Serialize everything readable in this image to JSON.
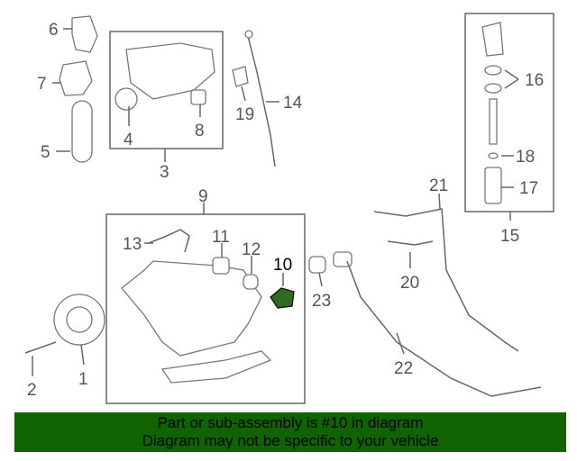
{
  "diagram": {
    "callouts": {
      "c1": "1",
      "c2": "2",
      "c3": "3",
      "c4": "4",
      "c5": "5",
      "c6": "6",
      "c7": "7",
      "c8": "8",
      "c9": "9",
      "c10": "10",
      "c11": "11",
      "c12": "12",
      "c13": "13",
      "c14": "14",
      "c15": "15",
      "c16": "16",
      "c17": "17",
      "c18": "18",
      "c19": "19",
      "c20": "20",
      "c21": "21",
      "c22": "22",
      "c23": "23"
    },
    "highlighted_part": "10",
    "highlight_color": "#2f6a1e"
  },
  "banner": {
    "line1": "Part or sub-assembly is #10 in diagram",
    "line2": "Diagram may not be specific to your vehicle",
    "color": "#0f6300"
  }
}
